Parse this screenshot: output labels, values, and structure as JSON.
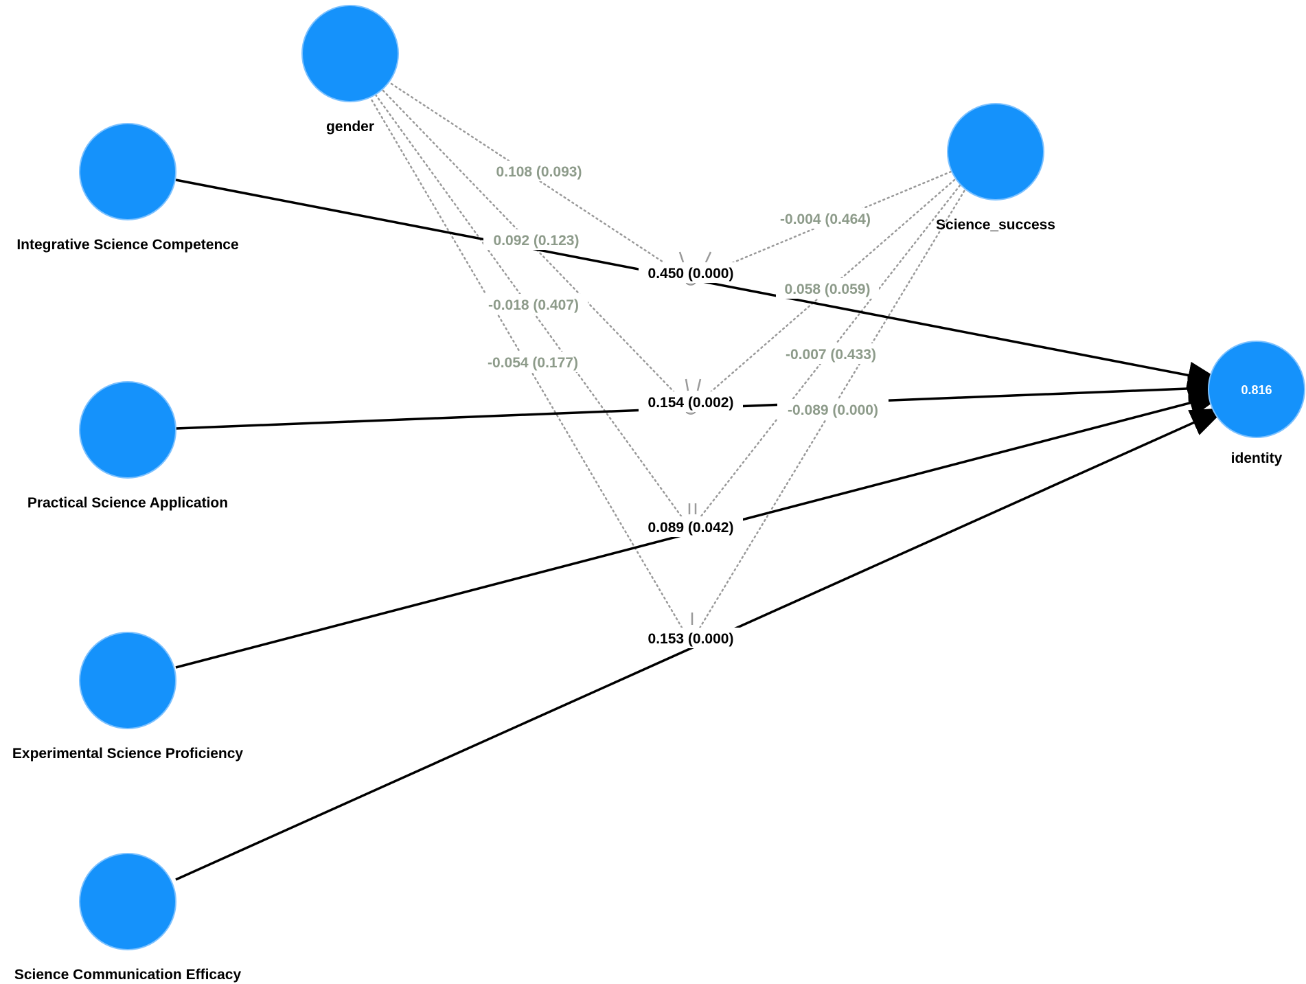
{
  "nodes": {
    "integrative": {
      "label": "Integrative Science Competence"
    },
    "practical": {
      "label": "Practical Science Application"
    },
    "experimental": {
      "label": "Experimental Science Proficiency"
    },
    "communication": {
      "label": "Science Communication Efficacy"
    },
    "gender": {
      "label": "gender"
    },
    "science_success": {
      "label": "Science_success"
    },
    "identity": {
      "label": "identity",
      "r2": "0.816"
    }
  },
  "paths": {
    "integrative_identity": "0.450 (0.000)",
    "practical_identity": "0.154 (0.002)",
    "experimental_identity": "0.089 (0.042)",
    "communication_identity": "0.153 (0.000)"
  },
  "moderation": {
    "gender_integrative": "0.108 (0.093)",
    "gender_practical": "0.092 (0.123)",
    "gender_experimental": "-0.018 (0.407)",
    "gender_communication": "-0.054 (0.177)",
    "success_integrative": "-0.004 (0.464)",
    "success_practical": "0.058 (0.059)",
    "success_experimental": "-0.007 (0.433)",
    "success_communication": "-0.089 (0.000)"
  },
  "colors": {
    "node_fill": "#1592fb",
    "path_main": "#000000",
    "path_moderation": "#9a9a9a",
    "moderation_text": "#8d9b8a"
  }
}
